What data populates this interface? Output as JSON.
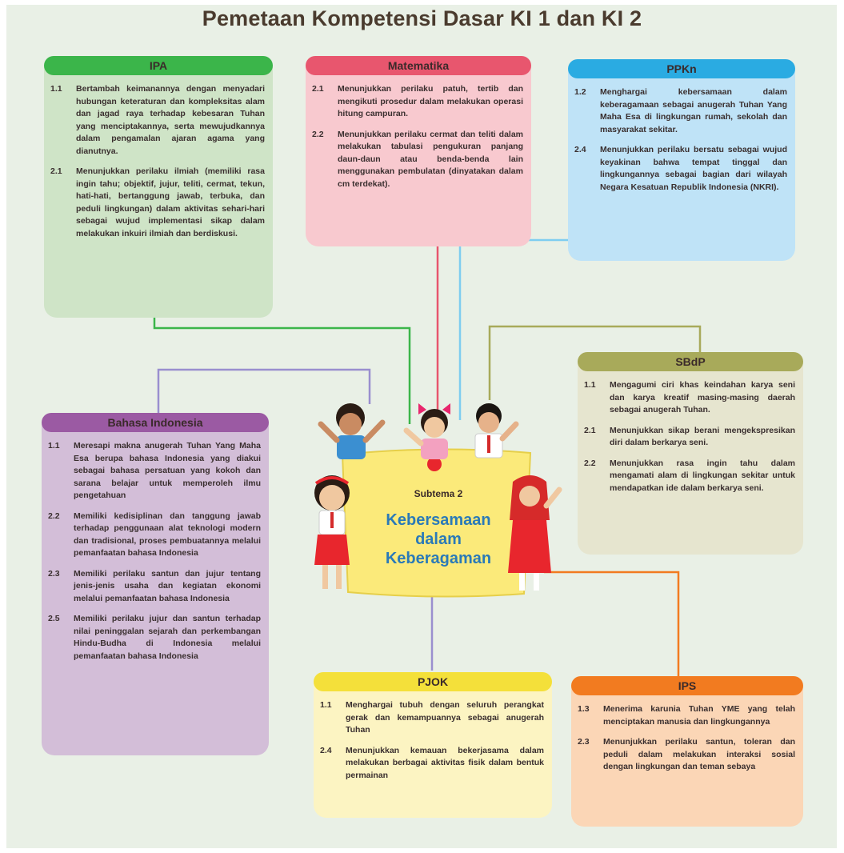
{
  "title": "Pemetaan Kompetensi Dasar KI 1 dan KI 2",
  "center": {
    "subtheme_label": "Subtema 2",
    "subtheme_title_line1": "Kebersamaan",
    "subtheme_title_line2": "dalam",
    "subtheme_title_line3": "Keberagaman"
  },
  "subjects": {
    "ipa": {
      "name": "IPA",
      "color": "#3bb54a",
      "items": [
        {
          "num": "1.1",
          "text": "Bertambah keimanannya dengan menyadari hubungan keteraturan dan kompleksitas alam dan jagad raya terhadap kebesaran Tuhan yang menciptakannya, serta mewujudkannya dalam pengamalan ajaran agama yang dianutnya."
        },
        {
          "num": "2.1",
          "text": "Menunjukkan perilaku ilmiah (memiliki rasa ingin tahu; objektif, jujur, teliti, cermat, tekun, hati-hati, bertanggung jawab, terbuka, dan peduli lingkungan) dalam aktivitas sehari-hari sebagai wujud implementasi sikap dalam melakukan inkuiri ilmiah dan berdiskusi."
        }
      ]
    },
    "matematika": {
      "name": "Matematika",
      "color": "#e8566e",
      "items": [
        {
          "num": "2.1",
          "text": "Menunjukkan perilaku patuh, tertib dan mengikuti prosedur dalam melakukan operasi hitung campuran."
        },
        {
          "num": "2.2",
          "text": "Menunjukkan perilaku cermat dan teliti dalam melakukan tabulasi pengukuran panjang daun-daun atau benda-benda lain menggunakan pembulatan (dinyatakan dalam cm terdekat)."
        }
      ]
    },
    "ppkn": {
      "name": "PPKn",
      "color": "#2aabe2",
      "items": [
        {
          "num": "1.2",
          "text": "Menghargai kebersamaan dalam keberagamaan sebagai anugerah Tuhan Yang Maha Esa di lingkungan rumah, sekolah dan masyarakat sekitar."
        },
        {
          "num": "2.4",
          "text": "Menunjukkan perilaku bersatu sebagai wujud keyakinan bahwa tempat tinggal dan lingkungannya sebagai bagian dari wilayah Negara Kesatuan Republik Indonesia (NKRI)."
        }
      ]
    },
    "sbdp": {
      "name": "SBdP",
      "color": "#a8aa5a",
      "items": [
        {
          "num": "1.1",
          "text": "Mengagumi ciri khas keindahan karya seni dan karya kreatif masing-masing daerah sebagai anugerah Tuhan."
        },
        {
          "num": "2.1",
          "text": "Menunjukkan sikap berani mengekspresikan diri dalam berkarya seni."
        },
        {
          "num": "2.2",
          "text": "Menunjukkan rasa ingin tahu dalam mengamati alam di lingkungan sekitar untuk mendapatkan ide dalam berkarya seni."
        }
      ]
    },
    "bahasa": {
      "name": "Bahasa Indonesia",
      "color": "#9b5aa3",
      "items": [
        {
          "num": "1.1",
          "text": "Meresapi makna anugerah Tuhan Yang Maha Esa berupa bahasa Indonesia yang diakui sebagai bahasa persatuan yang kokoh dan sarana belajar untuk memperoleh ilmu pengetahuan"
        },
        {
          "num": "2.2",
          "text": "Memiliki kedisiplinan dan tanggung jawab terhadap penggunaan alat teknologi modern dan tradisional, proses pembuatannya melalui pemanfaatan bahasa Indonesia"
        },
        {
          "num": "2.3",
          "text": "Memiliki perilaku santun dan jujur tentang jenis-jenis usaha dan kegiatan ekonomi melalui pemanfaatan bahasa Indonesia"
        },
        {
          "num": "2.5",
          "text": "Memiliki perilaku jujur dan santun terhadap nilai peninggalan sejarah dan perkembangan Hindu-Budha di Indonesia melalui pemanfaatan bahasa Indonesia"
        }
      ]
    },
    "pjok": {
      "name": "PJOK",
      "color": "#f4e03a",
      "items": [
        {
          "num": "1.1",
          "text": "Menghargai tubuh dengan seluruh perangkat gerak dan kemampuannya sebagai anugerah Tuhan"
        },
        {
          "num": "2.4",
          "text": "Menunjukkan kemauan bekerjasama dalam melakukan berbagai aktivitas fisik dalam bentuk permainan"
        }
      ]
    },
    "ips": {
      "name": "IPS",
      "color": "#f27b20",
      "items": [
        {
          "num": "1.3",
          "text": "Menerima karunia Tuhan YME yang telah menciptakan manusia dan lingkungannya"
        },
        {
          "num": "2.3",
          "text": "Menunjukkan perilaku santun, toleran dan peduli dalam melakukan interaksi sosial dengan lingkungan dan teman sebaya"
        }
      ]
    }
  }
}
